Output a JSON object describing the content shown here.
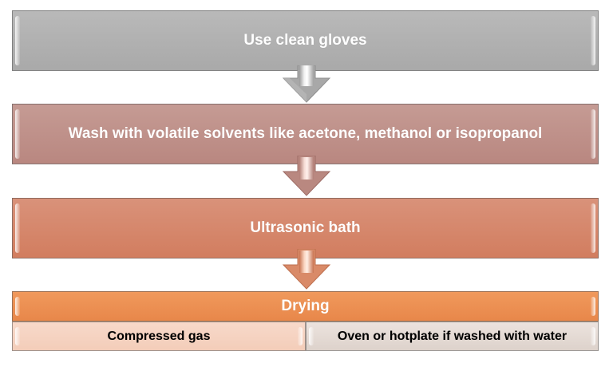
{
  "diagram": {
    "type": "vertical process flow",
    "steps": [
      {
        "label": "Use clean gloves",
        "color": "#b0b0b0"
      },
      {
        "label": "Wash with volatile solvents like acetone, methanol or isopropanol",
        "color": "#bf8f88"
      },
      {
        "label": "Ultrasonic bath",
        "color": "#d5866a"
      },
      {
        "label": "Drying",
        "color": "#ec8f52"
      }
    ],
    "drying_options": [
      {
        "label": "Compressed gas",
        "color": "#f5d3c2"
      },
      {
        "label": "Oven or hotplate if washed with water",
        "color": "#e5dbd5"
      }
    ],
    "arrows": [
      {
        "from": "Use clean gloves",
        "to": "Wash with volatile solvents like acetone, methanol or isopropanol",
        "color": "#a8a8a8"
      },
      {
        "from": "Wash with volatile solvents like acetone, methanol or isopropanol",
        "to": "Ultrasonic bath",
        "color": "#b98880"
      },
      {
        "from": "Ultrasonic bath",
        "to": "Drying",
        "color": "#d98a68"
      }
    ]
  }
}
